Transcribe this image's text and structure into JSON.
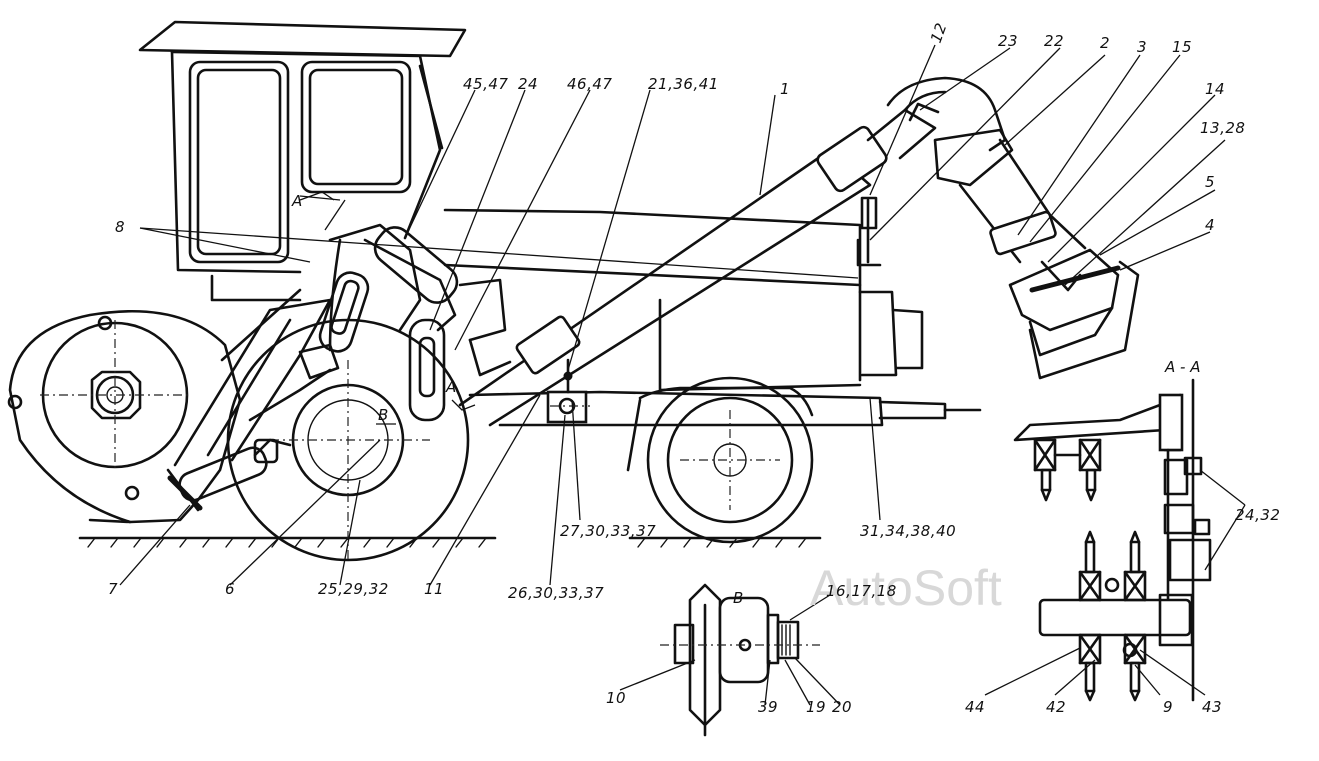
{
  "callouts": {
    "c1": "1",
    "c2": "2",
    "c3": "3",
    "c4": "4",
    "c5": "5",
    "c6": "6",
    "c7": "7",
    "c8": "8",
    "c9": "9",
    "c10": "10",
    "c11": "11",
    "c12": "12",
    "c13_28": "13,28",
    "c14": "14",
    "c15": "15",
    "c16_17_18": "16,17,18",
    "c19": "19",
    "c20": "20",
    "c21_36_41": "21,36,41",
    "c22": "22",
    "c23": "23",
    "c24": "24",
    "c24_32": "24,32",
    "c25_29_32": "25,29,32",
    "c26_30_33_37": "26,30,33,37",
    "c27_30_33_37": "27,30,33,37",
    "c31_34_38_40": "31,34,38,40",
    "c39": "39",
    "c42": "42",
    "c43": "43",
    "c44": "44",
    "c45_47": "45,47",
    "c46_47": "46,47"
  },
  "section_marks": {
    "a_main": "A",
    "a_lower": "A",
    "b_main": "B"
  },
  "view_titles": {
    "section_a": "A - A",
    "view_b": "B"
  },
  "watermark": "AutoSoft"
}
